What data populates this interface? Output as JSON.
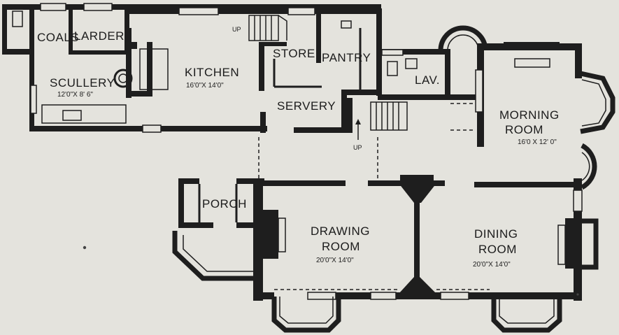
{
  "rooms": {
    "coals": {
      "name": "COALS"
    },
    "larder": {
      "name": "LARDER"
    },
    "scullery": {
      "name": "SCULLERY",
      "size": "12'0\"X 8' 6\""
    },
    "kitchen": {
      "name": "KITCHEN",
      "size": "16'0\"X 14'0\""
    },
    "store": {
      "name": "STORE"
    },
    "pantry": {
      "name": "PANTRY"
    },
    "lav": {
      "name": "LAV."
    },
    "servery": {
      "name": "SERVERY"
    },
    "morning": {
      "name1": "MORNING",
      "name2": "ROOM",
      "size": "16'0 X 12' 0\""
    },
    "porch": {
      "name": "PORCH"
    },
    "drawing": {
      "name1": "DRAWING",
      "name2": "ROOM",
      "size": "20'0\"X 14'0\""
    },
    "dining": {
      "name1": "DINING",
      "name2": "ROOM",
      "size": "20'0\"X 14'0\""
    }
  },
  "stair_labels": {
    "upper": "UP",
    "lower": "UP"
  },
  "colors": {
    "paper": "#e4e3dd",
    "ink": "#1e1e1e"
  }
}
